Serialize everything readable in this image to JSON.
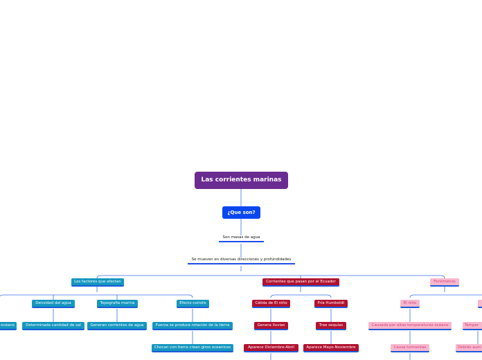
{
  "title": "Las corrientes marinas",
  "question": "¿Que son?",
  "def1": "Son masas de agua",
  "def2": "Se mueven en diversas direcciones y profundidades",
  "branches": {
    "factores": {
      "label": "Los factores que afectan",
      "left_partial": "océano",
      "densidad": "Densidad del agua",
      "densidad_child": "Determinada cantidad de sal",
      "topografia": "Topografia marina",
      "topografia_child": "Generan corrientes de agua",
      "coriolis": "Efecto coriolis",
      "coriolis_child1": "Fuerza se produce rotación de la tierra",
      "coriolis_child2": "Chocan con tierra crean giros oceanicos"
    },
    "ecuador": {
      "label": "Corrientes  que pasan por el Ecuador",
      "nino": "Cálida de El niño",
      "nino_child1": "Genera lluvias",
      "nino_child2": "Aparece Diciembre-Abril",
      "humboldt": "Fría Humboldt",
      "humboldt_child1": "Trae sequías",
      "humboldt_child2": "Aparece Mayo-Noviembre"
    },
    "fenomenos": {
      "label": "Fenómenos",
      "nino": "El niño",
      "nino_child1": "Causado por altas temperaturas océano",
      "nino_child2": "Causa tormentas",
      "right_partial1": "Temper",
      "right_partial2": "Debido aum"
    }
  },
  "colors": {
    "root": "#6a2c91",
    "question": "#0a47f0",
    "teal": "#1597bf",
    "red": "#b21230",
    "pink": "#f7b7cd",
    "connector": "#3a6fe8"
  }
}
